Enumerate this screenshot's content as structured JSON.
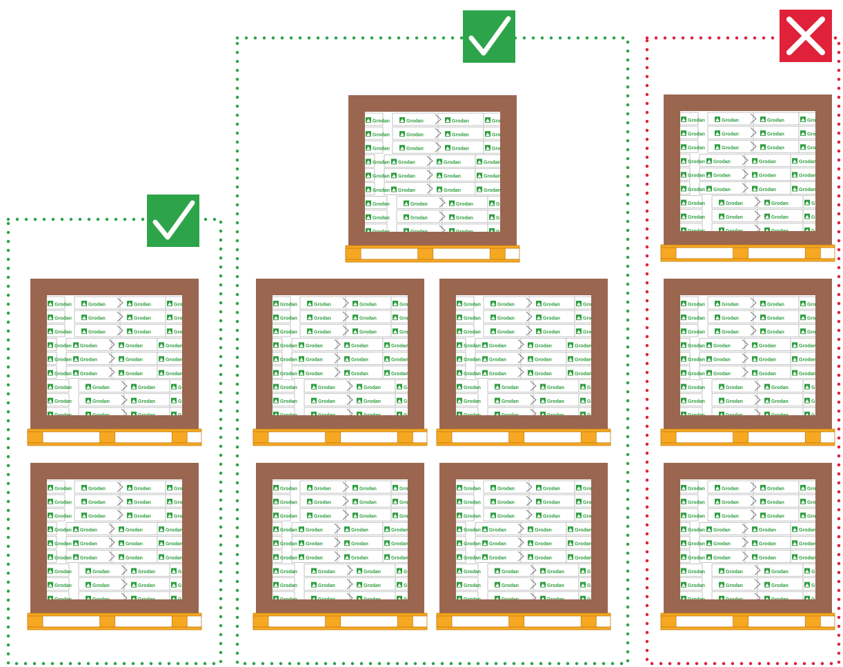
{
  "brand": {
    "label": "Grodan",
    "color": "#2e9e3f",
    "logo_icon": "grodan-mountain-icon"
  },
  "colors": {
    "ok": "#2ea44a",
    "not_ok": "#e0213a",
    "crate": "#9a6650",
    "crate_dark": "#6e4635",
    "pallet": "#f7a823",
    "pallet_dark": "#c47d0a",
    "bag": "#ffffff",
    "bag_edge": "#b5b5b5"
  },
  "groups": [
    {
      "id": "left",
      "status": "allowed",
      "status_icon": "checkmark-icon",
      "stack_height": 2,
      "columns": 1
    },
    {
      "id": "middle",
      "status": "allowed",
      "status_icon": "checkmark-icon",
      "stack_height": 3,
      "columns": 2
    },
    {
      "id": "right",
      "status": "not-allowed",
      "status_icon": "cross-icon",
      "stack_height": 3,
      "columns": 1
    }
  ]
}
